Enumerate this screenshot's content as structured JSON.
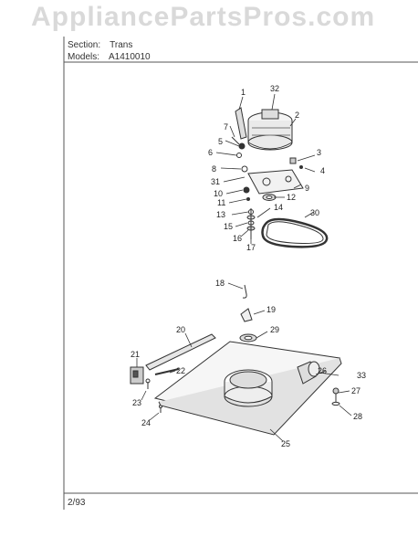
{
  "watermark": "AppliancePartsPros.com",
  "header": {
    "section_label": "Section:",
    "section_value": "Trans",
    "models_label": "Models:",
    "models_value": "A1410010"
  },
  "footer": {
    "date": "2/93"
  },
  "callouts": [
    "1",
    "2",
    "3",
    "4",
    "5",
    "6",
    "7",
    "8",
    "9",
    "10",
    "11",
    "12",
    "13",
    "14",
    "15",
    "16",
    "17",
    "18",
    "19",
    "20",
    "21",
    "22",
    "23",
    "24",
    "25",
    "26",
    "27",
    "28",
    "29",
    "30",
    "31",
    "32",
    "33"
  ]
}
